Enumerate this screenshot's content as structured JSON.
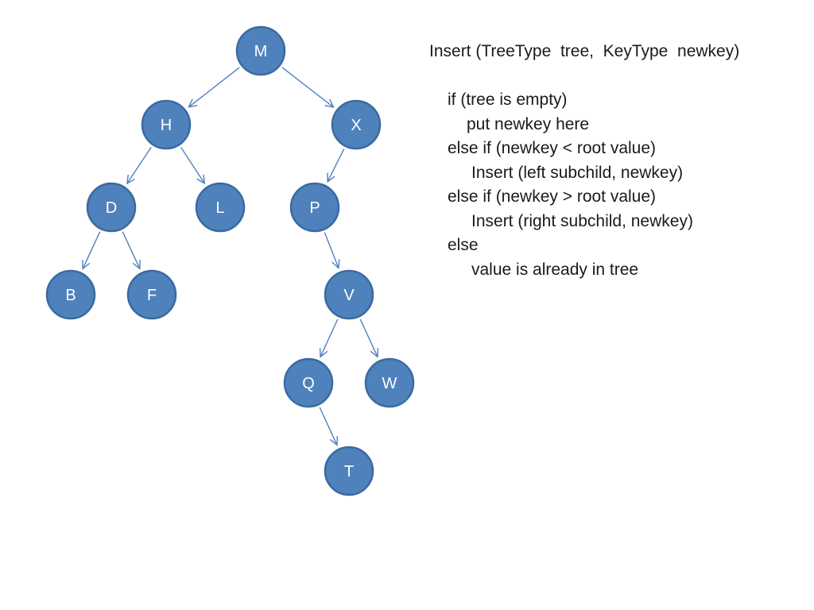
{
  "colors": {
    "node_fill": "#4f81bd",
    "node_stroke": "#3a6aa0",
    "node_text": "#ffffff",
    "edge": "#4f81bd",
    "code_text": "#1a1a1a"
  },
  "tree": {
    "nodes": [
      {
        "id": "M",
        "label": "M"
      },
      {
        "id": "H",
        "label": "H"
      },
      {
        "id": "X",
        "label": "X"
      },
      {
        "id": "D",
        "label": "D"
      },
      {
        "id": "L",
        "label": "L"
      },
      {
        "id": "P",
        "label": "P"
      },
      {
        "id": "B",
        "label": "B"
      },
      {
        "id": "F",
        "label": "F"
      },
      {
        "id": "V",
        "label": "V"
      },
      {
        "id": "Q",
        "label": "Q"
      },
      {
        "id": "W",
        "label": "W"
      },
      {
        "id": "T",
        "label": "T"
      }
    ],
    "edges": [
      {
        "from": "M",
        "to": "H"
      },
      {
        "from": "M",
        "to": "X"
      },
      {
        "from": "H",
        "to": "D"
      },
      {
        "from": "H",
        "to": "L"
      },
      {
        "from": "X",
        "to": "P"
      },
      {
        "from": "D",
        "to": "B"
      },
      {
        "from": "D",
        "to": "F"
      },
      {
        "from": "P",
        "to": "V"
      },
      {
        "from": "V",
        "to": "Q"
      },
      {
        "from": "V",
        "to": "W"
      },
      {
        "from": "Q",
        "to": "T"
      }
    ]
  },
  "code": {
    "lines": [
      "Insert (TreeType  tree,  KeyType  newkey)",
      "",
      "if (tree is empty)",
      "put newkey here",
      "else if (newkey < root value)",
      "Insert (left subchild, newkey)",
      "else if (newkey > root value)",
      "Insert (right subchild, newkey)",
      "else",
      "value is already in tree"
    ]
  }
}
